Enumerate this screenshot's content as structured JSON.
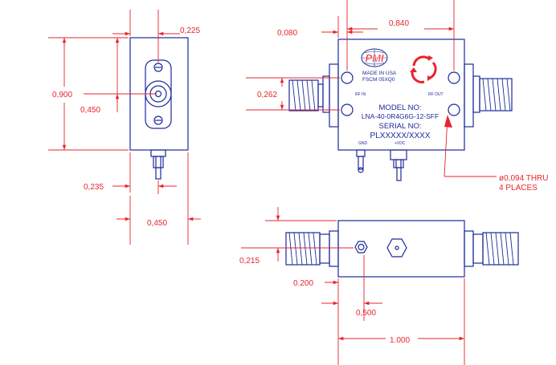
{
  "colors": {
    "outline": "#1a2a9a",
    "dimension": "#e8242c",
    "logo_red": "#e8242c",
    "background": "#ffffff"
  },
  "end_view": {
    "width_top": "0,225",
    "height_total": "0,900",
    "height_center": "0,450",
    "offset_bottom": "0,235",
    "width_bottom": "0,450"
  },
  "top_view": {
    "offset_left": "0,080",
    "width_top": "0,840",
    "port_spacing": "0,262",
    "hole_callout_line1": "ø0,094 THRU",
    "hole_callout_line2": "4 PLACES",
    "label": {
      "brand": "PMI",
      "made_in": "MADE IN USA",
      "fscm": "FSCM 05XQ0",
      "rf_in": "RF IN",
      "rf_out": "RF OUT",
      "model_title": "MODEL NO:",
      "model_value": "LNA-40-0R4G6G-12-SFF",
      "serial_title": "SERIAL NO:",
      "serial_value": "PLXXXXX/XXXX",
      "gnd": "GND",
      "vdc": "+VDC"
    }
  },
  "side_view": {
    "height": "0,215",
    "offset_left": "0.200",
    "gap": "0,500",
    "length": "1.000"
  }
}
